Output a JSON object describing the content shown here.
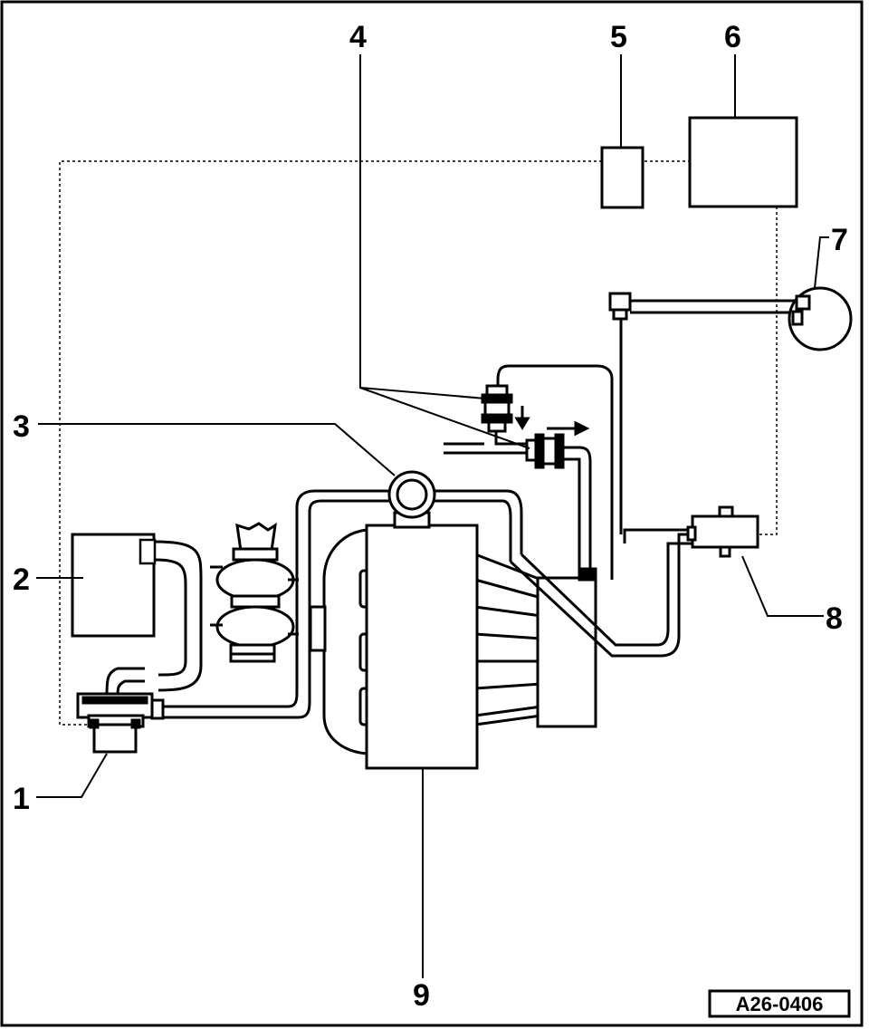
{
  "figure": {
    "reference_code": "A26-0406",
    "callouts": [
      "1",
      "2",
      "3",
      "4",
      "5",
      "6",
      "7",
      "8",
      "9"
    ]
  },
  "components": [
    {
      "id": "1",
      "name": "valve-unit-icon"
    },
    {
      "id": "2",
      "name": "box-unit-icon"
    },
    {
      "id": "3",
      "name": "ring-connector-icon"
    },
    {
      "id": "4",
      "name": "check-valves-icon"
    },
    {
      "id": "5",
      "name": "small-module-icon"
    },
    {
      "id": "6",
      "name": "control-module-icon"
    },
    {
      "id": "7",
      "name": "vacuum-reservoir-icon"
    },
    {
      "id": "8",
      "name": "solenoid-valve-icon"
    },
    {
      "id": "9",
      "name": "engine-block-icon"
    }
  ],
  "colors": {
    "line": "#000000",
    "background": "#ffffff"
  }
}
